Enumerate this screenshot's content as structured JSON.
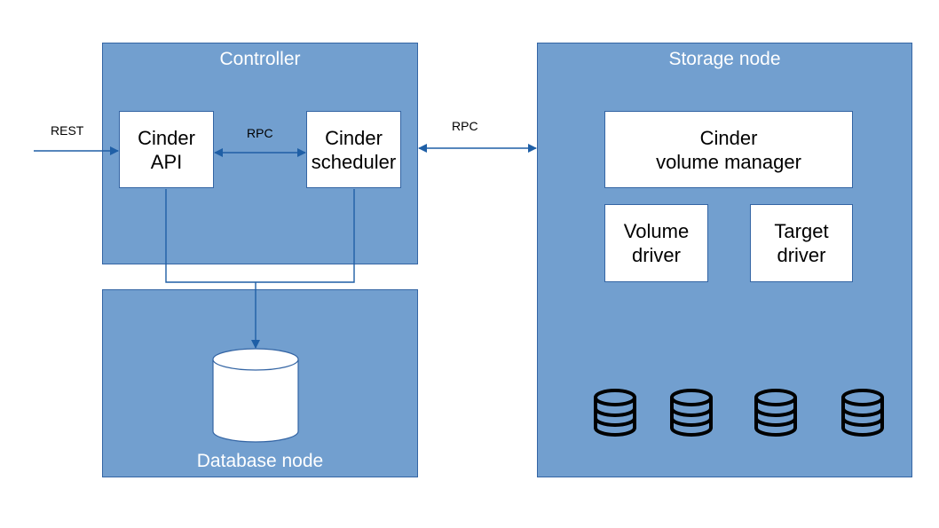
{
  "colors": {
    "region_fill": "#729fcf",
    "region_border": "#3465a4",
    "connector": "#1f5fa6",
    "box_fill": "#ffffff"
  },
  "controller": {
    "title": "Controller",
    "cinder_api": {
      "line1": "Cinder",
      "line2": "API"
    },
    "cinder_scheduler": {
      "line1": "Cinder",
      "line2": "scheduler"
    }
  },
  "database_node": {
    "title": "Database node",
    "icon": "database-cylinder-icon"
  },
  "storage_node": {
    "title": "Storage node",
    "volume_manager": {
      "line1": "Cinder",
      "line2": "volume manager"
    },
    "volume_driver": {
      "line1": "Volume",
      "line2": "driver"
    },
    "target_driver": {
      "line1": "Target",
      "line2": "driver"
    },
    "disk_icons": [
      "database-stack-icon",
      "database-stack-icon",
      "database-stack-icon",
      "database-stack-icon"
    ]
  },
  "edges": {
    "rest_label": "REST",
    "rpc_internal_label": "RPC",
    "rpc_external_label": "RPC"
  }
}
